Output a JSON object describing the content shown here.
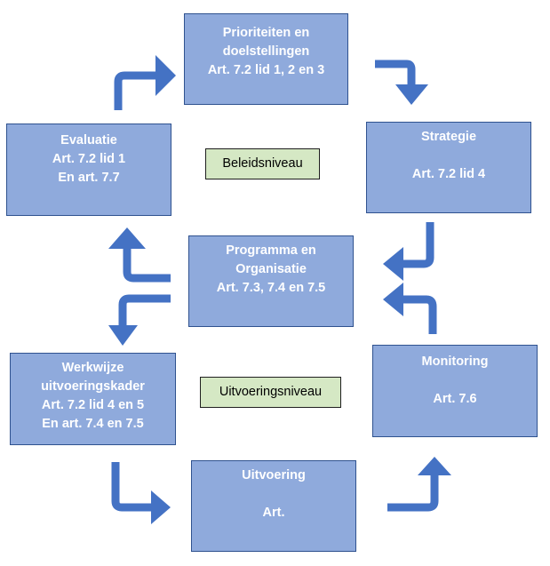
{
  "boxes": {
    "prioriteiten": [
      "Prioriteiten en",
      "doelstellingen",
      "Art. 7.2 lid 1, 2 en 3"
    ],
    "strategie": [
      "Strategie",
      "",
      "Art. 7.2 lid 4"
    ],
    "evaluatie": [
      "Evaluatie",
      "Art. 7.2 lid 1",
      "En art. 7.7"
    ],
    "programma": [
      "Programma en",
      "Organisatie",
      "Art. 7.3, 7.4 en 7.5"
    ],
    "werkwijze": [
      "Werkwijze",
      "uitvoeringskader",
      "Art. 7.2 lid 4 en 5",
      "En art. 7.4 en 7.5"
    ],
    "monitoring": [
      "Monitoring",
      "",
      "Art. 7.6"
    ],
    "uitvoering": [
      "Uitvoering",
      "",
      "Art."
    ]
  },
  "labels": {
    "beleidsniveau": "Beleidsniveau",
    "uitvoeringsniveau": "Uitvoeringsniveau"
  },
  "colors": {
    "box_fill": "#8faadc",
    "box_border": "#2f528f",
    "arrow": "#4472c4",
    "label_fill": "#d5e8c4"
  }
}
